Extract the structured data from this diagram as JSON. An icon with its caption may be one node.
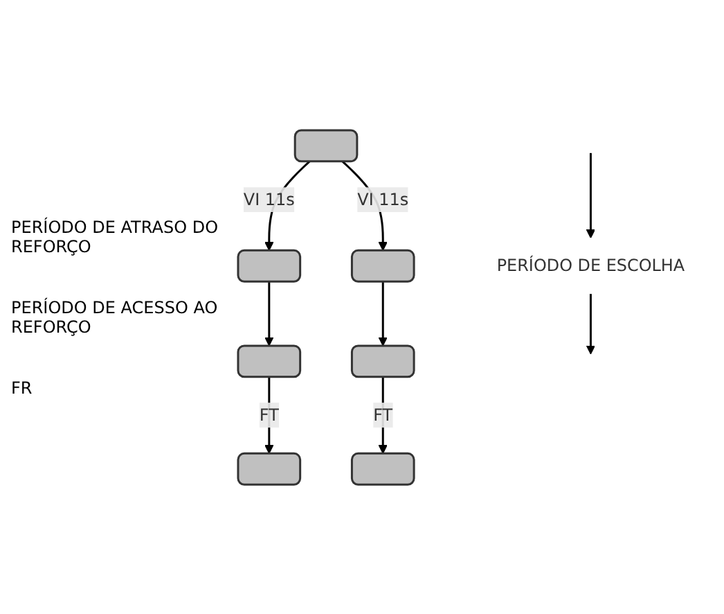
{
  "diagram": {
    "nodes": [
      {
        "text": [
          "PERÍODO DE ESCOLHA"
        ]
      },
      {
        "text": [],
        "shape": "box"
      },
      {
        "text": [],
        "shape": "box"
      },
      {
        "text": [],
        "shape": "box"
      },
      {
        "text": [],
        "shape": "box"
      },
      {
        "text": [],
        "shape": "box"
      },
      {
        "text": [],
        "shape": "box"
      },
      {
        "text": [],
        "shape": "box"
      }
    ],
    "edges": [
      {
        "from": null,
        "to": 0,
        "arrow": "to"
      },
      {
        "from": 0,
        "to": null,
        "arrow": "to"
      },
      {
        "from": 1,
        "to": 2,
        "arrow": "to",
        "label": "VI 11s"
      },
      {
        "from": 1,
        "to": 3,
        "arrow": "to",
        "label": "VI 11s"
      },
      {
        "from": 2,
        "to": 4,
        "arrow": "to"
      },
      {
        "from": 3,
        "to": 5,
        "arrow": "to"
      },
      {
        "from": 4,
        "to": 6,
        "arrow": "to",
        "label": "FT"
      },
      {
        "from": 5,
        "to": 7,
        "arrow": "to",
        "label": "FT"
      }
    ],
    "labels": [
      "PERÍODO DE ATRASO DO REFORÇO",
      "PERÍODO DE ACESSO AO REFORÇO",
      "FR"
    ]
  }
}
